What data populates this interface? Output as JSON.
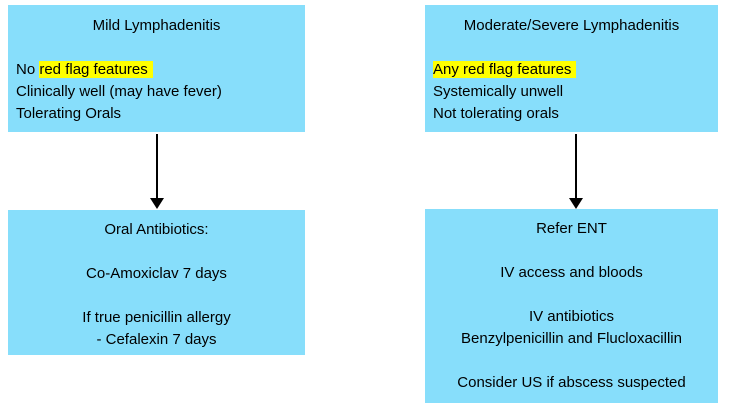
{
  "colors": {
    "box_bg": "#87DEFB",
    "highlight": "#FFFF00",
    "arrow": "#000000",
    "text": "#000000",
    "page_bg": "#FFFFFF"
  },
  "mild_box": {
    "title": "Mild Lymphadenitis",
    "line1_prefix": "No ",
    "line1_highlight": "red flag features",
    "line2": "Clinically well (may have fever)",
    "line3": "Tolerating Orals"
  },
  "moderate_box": {
    "title": "Moderate/Severe Lymphadenitis",
    "line1_highlight": "Any red flag features",
    "line2": "Systemically unwell",
    "line3": "Not tolerating orals"
  },
  "oral_box": {
    "line1": "Oral Antibiotics:",
    "line2": "Co-Amoxiclav 7 days",
    "line3": "If true penicillin allergy",
    "line4": "- Cefalexin 7 days"
  },
  "refer_box": {
    "line1": "Refer ENT",
    "line2": "IV access and bloods",
    "line3": "IV antibiotics",
    "line4": "Benzylpenicillin and Flucloxacillin",
    "line5": "Consider US if abscess suspected"
  }
}
